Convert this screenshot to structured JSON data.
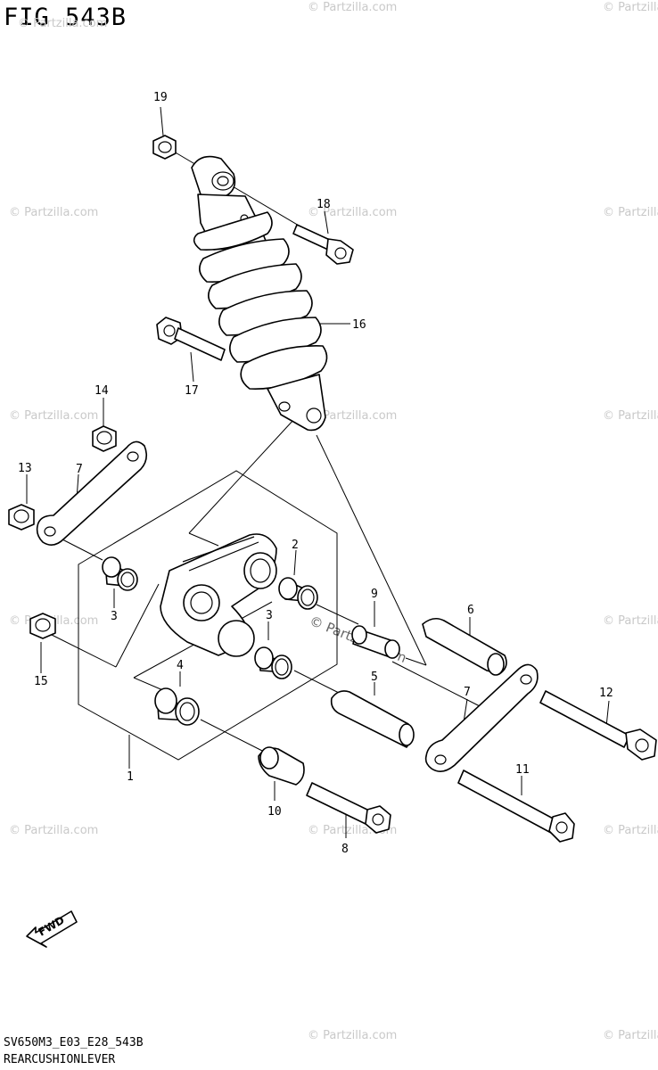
{
  "figure": {
    "title": "FIG 543B",
    "model_code": "SV650M3_E03_E28_543B",
    "name": "REARCUSHIONLEVER"
  },
  "callouts": {
    "c1": "1",
    "c2": "2",
    "c3a": "3",
    "c3b": "3",
    "c4": "4",
    "c5": "5",
    "c6": "6",
    "c7a": "7",
    "c7b": "7",
    "c8": "8",
    "c9": "9",
    "c10": "10",
    "c11": "11",
    "c12": "12",
    "c13": "13",
    "c14": "14",
    "c15": "15",
    "c16": "16",
    "c17": "17",
    "c18": "18",
    "c19": "19"
  },
  "fwd_label": "FWD",
  "watermark": {
    "small": "© Partzilla.com",
    "center": "© Partzilla.com"
  },
  "colors": {
    "ink": "#000000",
    "watermark": "#c9c9c9"
  }
}
